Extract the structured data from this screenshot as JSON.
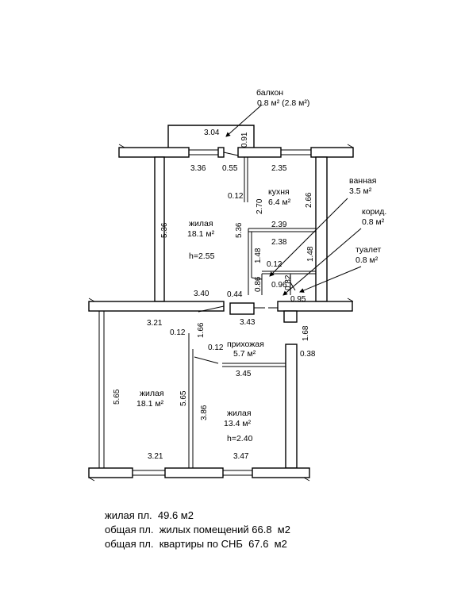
{
  "balcony": {
    "label": "балкон",
    "area": "0.8 м² (2.8  м²)",
    "dim_width": "3.04",
    "dim_depth": "0.91"
  },
  "rooms": {
    "living_top": {
      "label": "жилая",
      "area": "18.1 м²",
      "height": "h=2.55"
    },
    "kitchen": {
      "label": "кухня",
      "area": "6.4 м²"
    },
    "bath": {
      "label": "ванная",
      "area": "3.5 м²"
    },
    "corridor": {
      "label": "корид.",
      "area": "0.8 м²"
    },
    "toilet": {
      "label": "туалет",
      "area": "0.8 м²"
    },
    "hall": {
      "label": "прихожая",
      "area": "5.7 м²"
    },
    "living_left": {
      "label": "жилая",
      "area": "18.1 м²"
    },
    "living_right": {
      "label": "жилая",
      "area": "13.4 м²",
      "height": "h=2.40"
    }
  },
  "dimensions": {
    "d336": "3.36",
    "d055": "0.55",
    "d235": "2.35",
    "d012a": "0.12",
    "d270": "2.70",
    "d266": "2.66",
    "d536a": "5.36",
    "d536b": "5.36",
    "d239": "2.39",
    "d238": "2.38",
    "d148a": "1.48",
    "d148b": "1.48",
    "d012b": "0.12",
    "d086": "0.86",
    "d096": "0.96",
    "d082": "0.82",
    "d095": "0.95",
    "d340": "3.40",
    "d044": "0.44",
    "d343": "3.43",
    "d321a": "3.21",
    "d012c": "0.12",
    "d166": "1.66",
    "d168": "1.68",
    "d038": "0.38",
    "d012d": "0.12",
    "d345": "3.45",
    "d565a": "5.65",
    "d565b": "5.65",
    "d386": "3.86",
    "d321b": "3.21",
    "d347": "3.47"
  },
  "summary": {
    "line1": "жилая пл.  49.6 м2",
    "line2": "общая пл.  жилых помещений 66.8  м2",
    "line3": "общая пл.  квартиры по СНБ  67.6  м2"
  }
}
